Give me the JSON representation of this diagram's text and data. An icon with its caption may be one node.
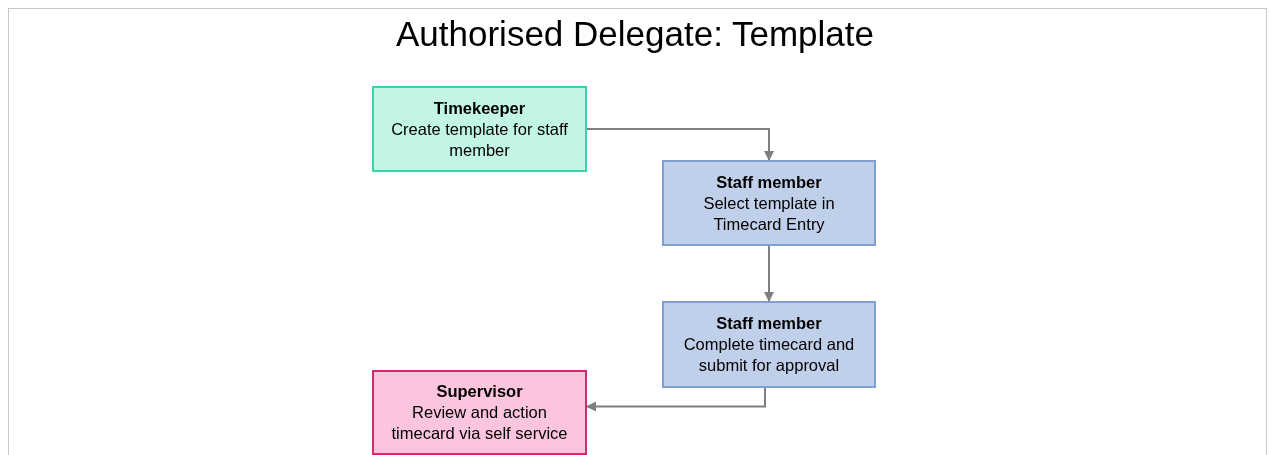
{
  "diagram": {
    "title": "Authorised Delegate: Template",
    "nodes": [
      {
        "text": [
          "Timekeeper",
          "Create template for staff member"
        ]
      },
      {
        "text": [
          "Staff member",
          "Select template in Timecard Entry"
        ]
      },
      {
        "text": [
          "Staff member",
          "Complete timecard and submit for approval"
        ]
      },
      {
        "text": [
          "Supervisor",
          "Review and action timecard via self service"
        ]
      }
    ],
    "edges": [
      {
        "from": 0,
        "to": 1,
        "arrow": "to"
      },
      {
        "from": 1,
        "to": 2,
        "arrow": "to"
      },
      {
        "from": 2,
        "to": 3,
        "arrow": "to"
      }
    ]
  }
}
